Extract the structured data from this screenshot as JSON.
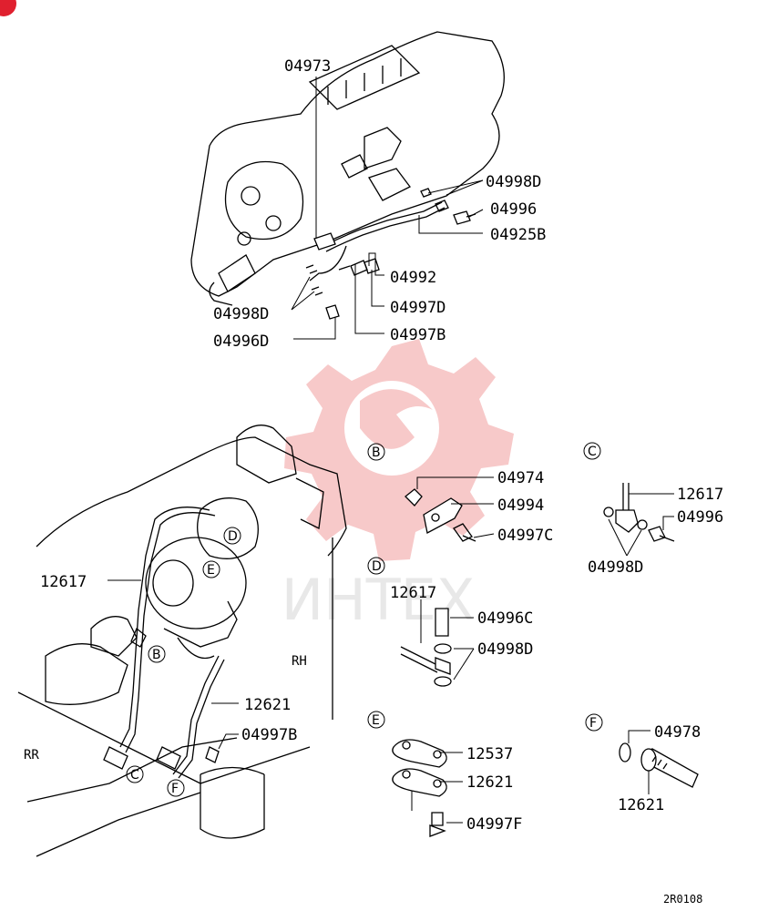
{
  "colors": {
    "ink": "#000000",
    "watermark": "#f7c9c9",
    "corner_badge": "#e0202f",
    "background": "#ffffff"
  },
  "labels": {
    "p04973": "04973",
    "p04998D_a": "04998D",
    "p04996_a": "04996",
    "p04925B": "04925B",
    "p04992": "04992",
    "p04997D": "04997D",
    "p04998D_b": "04998D",
    "p04996D": "04996D",
    "p04997B_top": "04997B",
    "p04974": "04974",
    "p04994": "04994",
    "p04997C": "04997C",
    "p12617_c": "12617",
    "p04996_c": "04996",
    "p04998D_c": "04998D",
    "p12617_main": "12617",
    "p12617_d": "12617",
    "p04996C": "04996C",
    "p04998D_d": "04998D",
    "p12621_main": "12621",
    "p04997B_main": "04997B",
    "p12537": "12537",
    "p12621_e": "12621",
    "p04997F": "04997F",
    "p04978": "04978",
    "p12621_f": "12621",
    "rh": "RH",
    "rr": "RR",
    "code": "2R0108"
  },
  "callouts": {
    "B": "B",
    "C": "C",
    "D": "D",
    "E": "E",
    "F": "F"
  },
  "watermark_text": "ИНТЕХ"
}
